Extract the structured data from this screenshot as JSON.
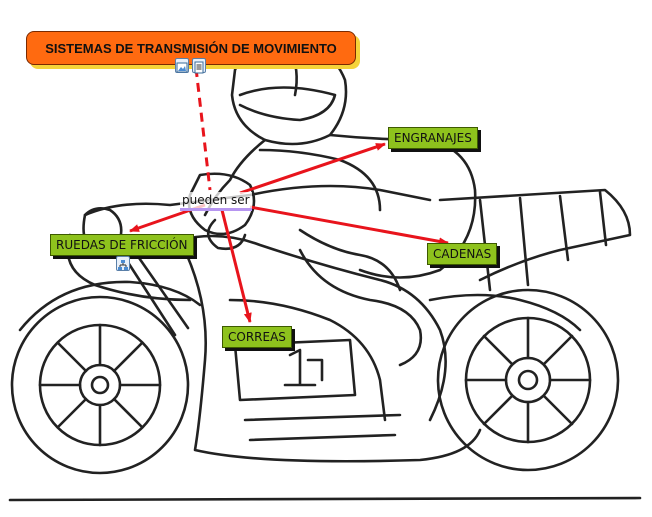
{
  "concept_map": {
    "title": "SISTEMAS DE TRANSMISIÓN DE MOVIMIENTO",
    "link_phrase": "pueden ser",
    "nodes": {
      "engranajes": "ENGRANAJES",
      "ruedas": "RUEDAS DE FRICCIÓN",
      "cadenas": "CADENAS",
      "correas": "CORREAS"
    },
    "colors": {
      "title_fill": "#ff6a10",
      "title_shadow": "#f5d33a",
      "node_fill": "#8ec21d",
      "arrow": "#e8141c"
    },
    "icons": [
      "image-icon",
      "document-icon",
      "concept-map-icon"
    ]
  }
}
